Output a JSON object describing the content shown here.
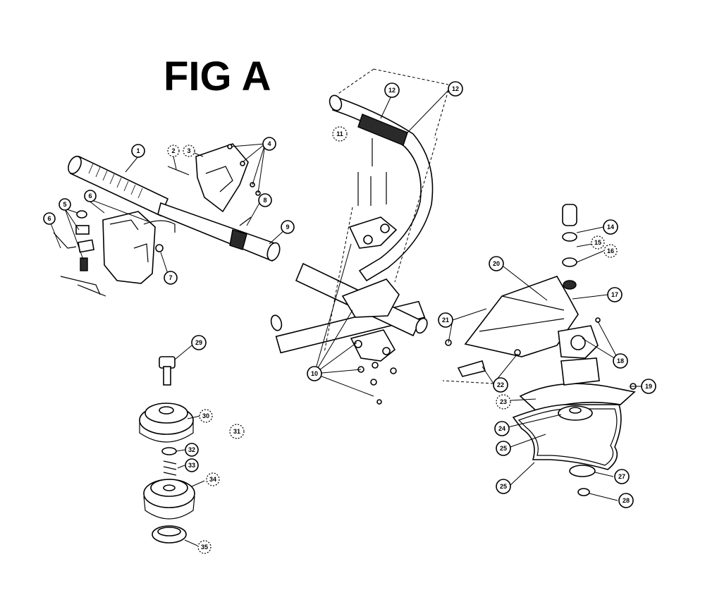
{
  "figure": {
    "title": "FIG A"
  },
  "callouts": [
    {
      "id": "c1",
      "label": "1"
    },
    {
      "id": "c2",
      "label": "2"
    },
    {
      "id": "c3",
      "label": "3"
    },
    {
      "id": "c4",
      "label": "4"
    },
    {
      "id": "c5",
      "label": "5"
    },
    {
      "id": "c6a",
      "label": "6"
    },
    {
      "id": "c6b",
      "label": "6"
    },
    {
      "id": "c7",
      "label": "7"
    },
    {
      "id": "c8",
      "label": "8"
    },
    {
      "id": "c9",
      "label": "9"
    },
    {
      "id": "c10",
      "label": "10"
    },
    {
      "id": "c11",
      "label": "11"
    },
    {
      "id": "c12a",
      "label": "12"
    },
    {
      "id": "c12b",
      "label": "12"
    },
    {
      "id": "c14",
      "label": "14"
    },
    {
      "id": "c15",
      "label": "15"
    },
    {
      "id": "c16",
      "label": "16"
    },
    {
      "id": "c17",
      "label": "17"
    },
    {
      "id": "c18",
      "label": "18"
    },
    {
      "id": "c19",
      "label": "19"
    },
    {
      "id": "c20",
      "label": "20"
    },
    {
      "id": "c21",
      "label": "21"
    },
    {
      "id": "c22",
      "label": "22"
    },
    {
      "id": "c23",
      "label": "23"
    },
    {
      "id": "c24",
      "label": "24"
    },
    {
      "id": "c25a",
      "label": "25"
    },
    {
      "id": "c25b",
      "label": "25"
    },
    {
      "id": "c27",
      "label": "27"
    },
    {
      "id": "c28",
      "label": "28"
    },
    {
      "id": "c29",
      "label": "29"
    },
    {
      "id": "c30",
      "label": "30"
    },
    {
      "id": "c31",
      "label": "31"
    },
    {
      "id": "c32",
      "label": "32"
    },
    {
      "id": "c33",
      "label": "33"
    },
    {
      "id": "c34",
      "label": "34"
    },
    {
      "id": "c35",
      "label": "35"
    }
  ]
}
